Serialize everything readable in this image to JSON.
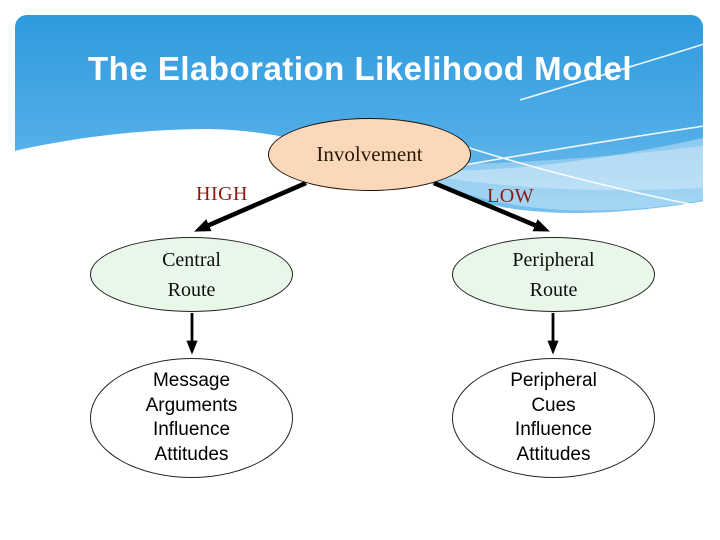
{
  "slide": {
    "title": "The Elaboration Likelihood Model"
  },
  "diagram": {
    "involvement_label": "Involvement",
    "high_label": "HIGH",
    "low_label": "LOW",
    "central_route_label": "Central\nRoute",
    "peripheral_route_label": "Peripheral\nRoute",
    "central_outcome_label": "Message\nArguments\nInfluence\nAttitudes",
    "peripheral_outcome_label": "Peripheral\nCues\nInfluence\nAttitudes"
  },
  "colors": {
    "header_blue_top": "#2E9BDE",
    "header_blue_mid": "#4FACE6",
    "header_blue_bottom": "#7FC5F0",
    "involvement_fill": "#FBD8B9",
    "route_fill": "#E9F7E9",
    "outcome_fill": "#FFFFFF",
    "branch_label_red": "#8C1A10",
    "title_color": "#FFFFFF",
    "arrow_color": "#000000"
  }
}
